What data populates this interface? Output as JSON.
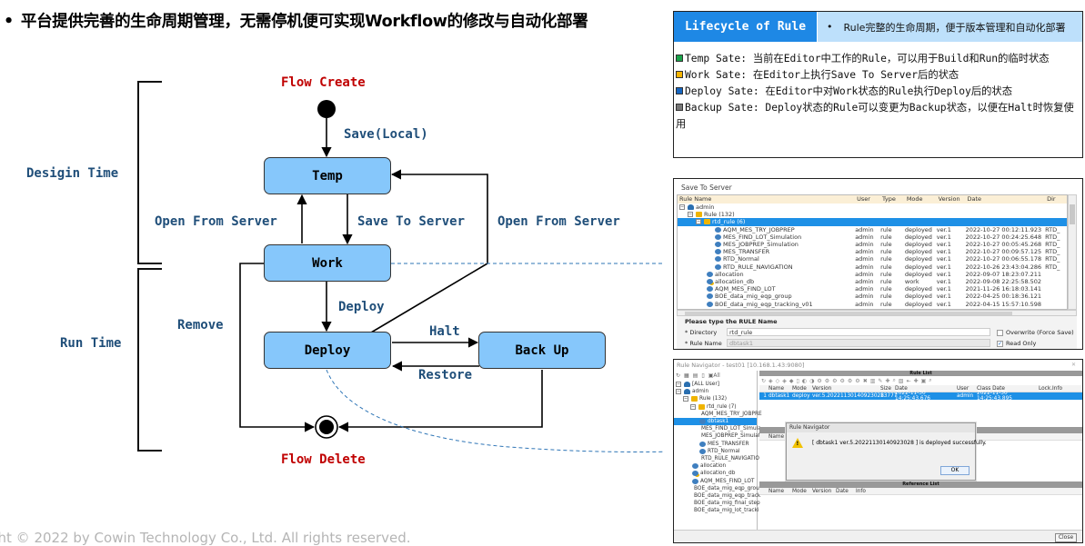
{
  "headline": {
    "bullet": "•",
    "text": "平台提供完善的生命周期管理，无需停机便可实现Workflow的修改与自动化部署"
  },
  "copyright": "ght © 2022 by Cowin Technology Co., Ltd. All rights reserved.",
  "diagram": {
    "phases": {
      "design": "Desigin Time",
      "run": "Run Time"
    },
    "flow_create": "Flow Create",
    "flow_delete": "Flow Delete",
    "states": {
      "temp": "Temp",
      "work": "Work",
      "deploy": "Deploy",
      "backup": "Back Up"
    },
    "transitions": {
      "save_local": "Save(Local)",
      "open_from_server_left": "Open From Server",
      "save_to_server": "Save To Server",
      "open_from_server_right": "Open From Server",
      "deploy": "Deploy",
      "remove": "Remove",
      "halt": "Halt",
      "restore": "Restore"
    }
  },
  "lifecycle": {
    "title": "Lifecycle of Rule",
    "bullet": "•",
    "subtitle": "Rule完整的生命周期，便于版本管理和自动化部署",
    "items": [
      {
        "color": "#1aa34a",
        "text": "Temp Sate: 当前在Editor中工作的Rule，可以用于Build和Run的临时状态"
      },
      {
        "color": "#f5b400",
        "text": "Work Sate: 在Editor上执行Save To Server后的状态"
      },
      {
        "color": "#1565c0",
        "text": "Deploy Sate: 在Editor中对Work状态的Rule执行Deploy后的状态"
      },
      {
        "color": "#777777",
        "text": "Backup Sate: Deploy状态的Rule可以变更为Backup状态，以便在Halt时恢复使用"
      }
    ]
  },
  "save_to_server": {
    "title": "Save To Server",
    "columns": [
      "Rule Name",
      "User",
      "Type",
      "Mode",
      "Version",
      "Date",
      "Dir"
    ],
    "tree": [
      {
        "level": 0,
        "icon": "user",
        "name": "admin"
      },
      {
        "level": 1,
        "icon": "folder",
        "name": "Rule (132)"
      },
      {
        "level": 2,
        "icon": "folder",
        "name": "rtd_rule (6)",
        "selected": true
      }
    ],
    "rows": [
      {
        "level": 3,
        "name": "AQM_MES_TRY_JOBPREP",
        "user": "admin",
        "type": "rule",
        "mode": "deployed",
        "version": "ver.1",
        "date": "2022-10-27 00:12:11.923",
        "dir": "RTD_"
      },
      {
        "level": 3,
        "name": "MES_FIND_LOT_Simulation",
        "user": "admin",
        "type": "rule",
        "mode": "deployed",
        "version": "ver.1",
        "date": "2022-10-27 00:24:25.648",
        "dir": "RTD_"
      },
      {
        "level": 3,
        "name": "MES_JOBPREP_Simulation",
        "user": "admin",
        "type": "rule",
        "mode": "deployed",
        "version": "ver.1",
        "date": "2022-10-27 00:05:45.268",
        "dir": "RTD_"
      },
      {
        "level": 3,
        "name": "MES_TRANSFER",
        "user": "admin",
        "type": "rule",
        "mode": "deployed",
        "version": "ver.1",
        "date": "2022-10-27 00:09:57.125",
        "dir": "RTD_"
      },
      {
        "level": 3,
        "name": "RTD_Normal",
        "user": "admin",
        "type": "rule",
        "mode": "deployed",
        "version": "ver.1",
        "date": "2022-10-27 00:06:55.178",
        "dir": "RTD_"
      },
      {
        "level": 3,
        "name": "RTD_RULE_NAVIGATION",
        "user": "admin",
        "type": "rule",
        "mode": "deployed",
        "version": "ver.1",
        "date": "2022-10-26 23:43:04.286",
        "dir": "RTD_"
      },
      {
        "level": 2,
        "name": "allocation",
        "user": "admin",
        "type": "rule",
        "mode": "deployed",
        "version": "ver.1",
        "date": "2022-09-07 18:23:07.211",
        "dir": ""
      },
      {
        "level": 2,
        "name": "allocation_db",
        "user": "admin",
        "type": "rule",
        "mode": "work",
        "version": "ver.1",
        "date": "2022-09-08 22:25:58.502",
        "dir": ""
      },
      {
        "level": 2,
        "name": "AQM_MES_FIND_LOT",
        "user": "admin",
        "type": "rule",
        "mode": "deployed",
        "version": "ver.1",
        "date": "2021-11-26 16:18:03.141",
        "dir": ""
      },
      {
        "level": 2,
        "name": "BOE_data_mig_eqp_group",
        "user": "admin",
        "type": "rule",
        "mode": "deployed",
        "version": "ver.1",
        "date": "2022-04-25 00:18:36.121",
        "dir": ""
      },
      {
        "level": 2,
        "name": "BOE_data_mig_eqp_tracking_v01",
        "user": "admin",
        "type": "rule",
        "mode": "deployed",
        "version": "ver.1",
        "date": "2022-04-15 15:57:10.598",
        "dir": ""
      }
    ],
    "form": {
      "heading": "Please type the RULE Name",
      "directory_label": "* Directory",
      "directory_value": "rtd_rule",
      "rule_name_label": "* Rule Name",
      "rule_name_value": "dbtask1",
      "overwrite_label": "Overwrite (Force Save)",
      "overwrite_checked": false,
      "readonly_label": "Read Only",
      "readonly_checked": true
    }
  },
  "rule_navigator": {
    "title": "Rule Navigator - test01 [10.168.1.43:9080]",
    "rule_list_label": "Rule List",
    "reference_list_label": "Reference List",
    "left_toolbar_all": "All",
    "tree": [
      {
        "level": 0,
        "icon": "user",
        "name": "[ALL User]"
      },
      {
        "level": 0,
        "icon": "user",
        "name": "admin"
      },
      {
        "level": 1,
        "icon": "folder",
        "name": "Rule (132)"
      },
      {
        "level": 2,
        "icon": "folder",
        "name": "rtd_rule (7)"
      },
      {
        "level": 3,
        "icon": "rule",
        "name": "AQM_MES_TRY_JOBPRE"
      },
      {
        "level": 3,
        "icon": "rule",
        "name": "dbtask1",
        "selected": true
      },
      {
        "level": 3,
        "icon": "rule",
        "name": "MES_FIND_LOT_Simula"
      },
      {
        "level": 3,
        "icon": "rule",
        "name": "MES_JOBPREP_Simulati"
      },
      {
        "level": 3,
        "icon": "rule",
        "name": "MES_TRANSFER"
      },
      {
        "level": 3,
        "icon": "rule",
        "name": "RTD_Normal"
      },
      {
        "level": 3,
        "icon": "rule",
        "name": "RTD_RULE_NAVIGATIO"
      },
      {
        "level": 2,
        "icon": "rule",
        "name": "allocation"
      },
      {
        "level": 2,
        "icon": "rule-work",
        "name": "allocation_db"
      },
      {
        "level": 2,
        "icon": "rule",
        "name": "AQM_MES_FIND_LOT"
      },
      {
        "level": 2,
        "icon": "rule",
        "name": "BOE_data_mig_eqp_grou"
      },
      {
        "level": 2,
        "icon": "rule",
        "name": "BOE_data_mig_eqp_track"
      },
      {
        "level": 2,
        "icon": "rule",
        "name": "BOE_data_mig_final_step"
      },
      {
        "level": 2,
        "icon": "rule",
        "name": "BOE_data_mig_lot_tracki"
      }
    ],
    "rule_columns": [
      "",
      "Name",
      "Mode",
      "Version",
      "Size",
      "Date",
      "User",
      "Class Date",
      "Lock.Info"
    ],
    "rule_rows": [
      {
        "num": "1",
        "name": "dbtask1",
        "mode": "deploy",
        "version": "ver.5.20221130140923028",
        "size": "13777",
        "date": "2022-11-30 14:25:43.676",
        "user": "admin",
        "class_date": "2022-11-30 14:25:43.895",
        "lock": ""
      }
    ],
    "middle_columns": [
      "",
      "Name"
    ],
    "reference_columns": [
      "",
      "Name",
      "Mode",
      "Version",
      "Date",
      "Info"
    ],
    "dialog": {
      "title": "Rule Navigator",
      "message": "[ dbtask1 ver.5.20221130140923028 ] is deployed successfully.",
      "ok_label": "OK"
    },
    "close_label": "Close"
  }
}
